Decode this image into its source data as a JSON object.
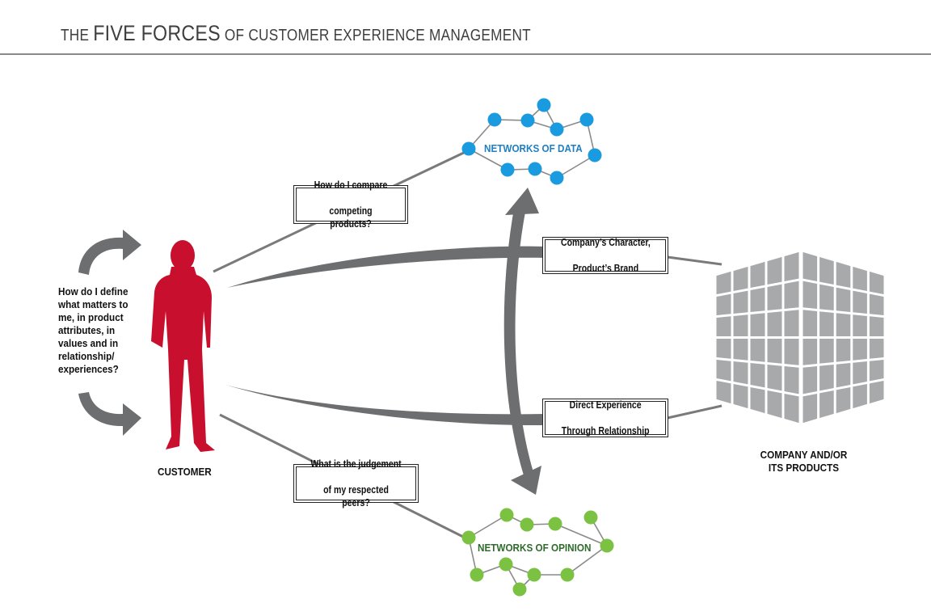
{
  "header": {
    "title_pre": "THE ",
    "title_main": "FIVE FORCES",
    "title_post": " OF CUSTOMER EXPERIENCE MANAGEMENT"
  },
  "customer": {
    "question": "How do I define what matters to me, in product attributes, in values and in relationship/ experiences?",
    "label": "CUSTOMER"
  },
  "company": {
    "label_line1": "COMPANY AND/OR",
    "label_line2": "ITS PRODUCTS"
  },
  "networks": {
    "data_label": "NETWORKS OF DATA",
    "opinion_label": "NETWORKS OF OPINION"
  },
  "boxes": {
    "compare_line1": "How do I compare",
    "compare_line2": "competing products?",
    "character_line1": "Company’s Character,",
    "character_line2": "Product’s Brand",
    "direct_line1": "Direct Experience",
    "direct_line2": "Through Relationship",
    "judgement_line1": "What is the judgement",
    "judgement_line2": "of my respected peers?"
  },
  "colors": {
    "customer": "#c8102e",
    "data_nodes": "#1a9be0",
    "data_label": "#1f7fc1",
    "opinion_nodes": "#7cc242",
    "opinion_label": "#2e6b2a",
    "arrow": "#6d6e70",
    "building": "#a8a9ab"
  }
}
